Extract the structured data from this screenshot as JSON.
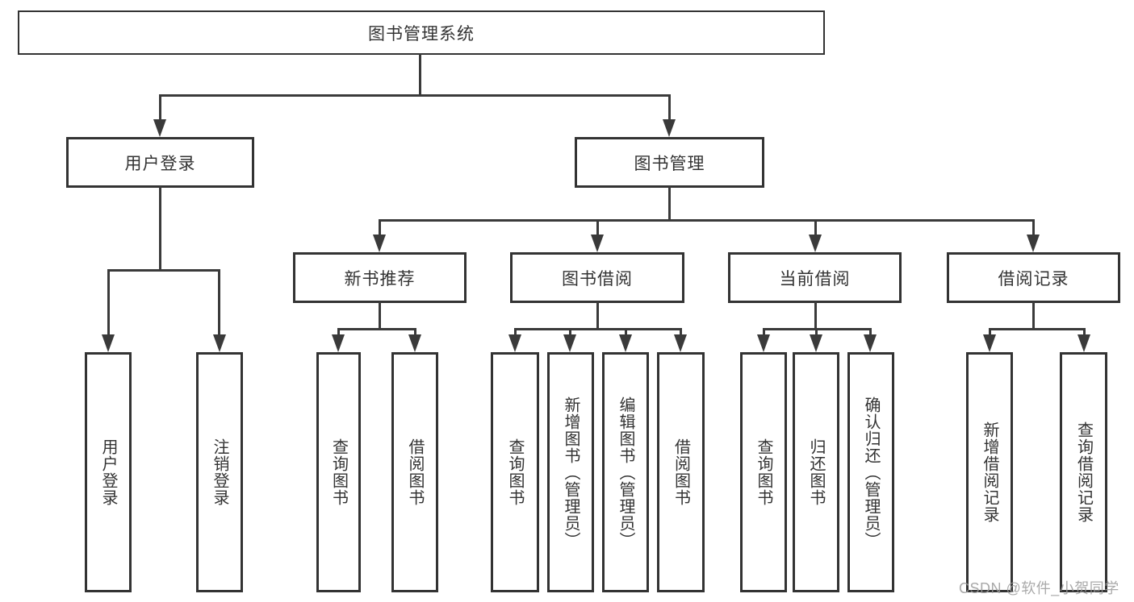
{
  "diagram": {
    "title": "图书管理系统",
    "branches": [
      {
        "label": "用户登录",
        "children": [
          {
            "label": "用户登录"
          },
          {
            "label": "注销登录"
          }
        ]
      },
      {
        "label": "图书管理",
        "children": [
          {
            "label": "新书推荐",
            "children": [
              {
                "label": "查询图书"
              },
              {
                "label": "借阅图书"
              }
            ]
          },
          {
            "label": "图书借阅",
            "children": [
              {
                "label": "查询图书"
              },
              {
                "label": "新增图书（管理员）"
              },
              {
                "label": "编辑图书（管理员）"
              },
              {
                "label": "借阅图书"
              }
            ]
          },
          {
            "label": "当前借阅",
            "children": [
              {
                "label": "查询图书"
              },
              {
                "label": "归还图书"
              },
              {
                "label": "确认归还（管理员）"
              }
            ]
          },
          {
            "label": "借阅记录",
            "children": [
              {
                "label": "新增借阅记录"
              },
              {
                "label": "查询借阅记录"
              }
            ]
          }
        ]
      }
    ]
  },
  "watermark": "CSDN @软件_小贺同学",
  "colors": {
    "line": "#3a3a3a",
    "text": "#333333",
    "watermark": "#9b9b9b",
    "background": "#ffffff"
  }
}
